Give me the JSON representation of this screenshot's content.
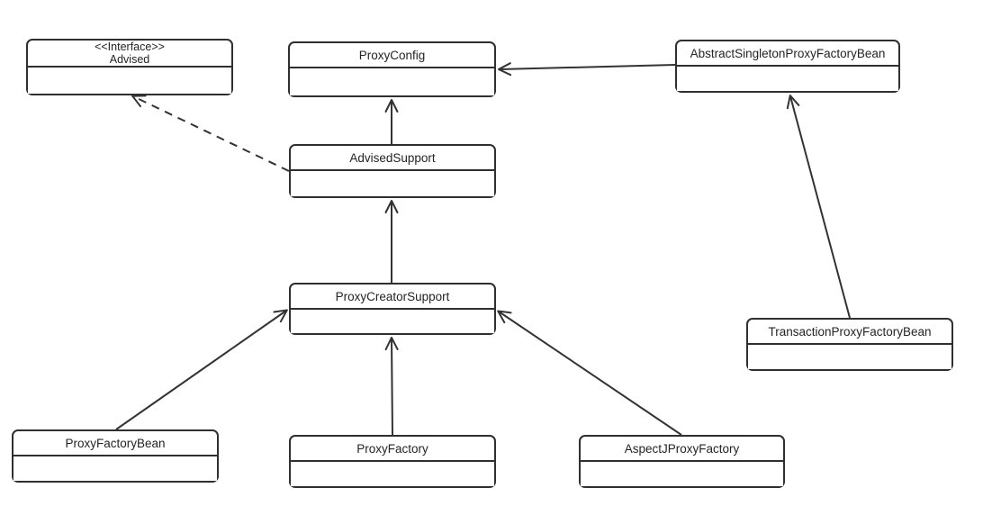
{
  "diagram": {
    "type": "uml-class-diagram",
    "colors": {
      "line": "#333333",
      "box_border": "#2f2f2f",
      "box_fill": "#ffffff",
      "background": "#ffffff",
      "text": "#242424"
    },
    "arrowhead_style": "open-v",
    "nodes": {
      "advised": {
        "stereotype": "<<Interface>>",
        "label": "Advised"
      },
      "proxy_config": {
        "label": "ProxyConfig"
      },
      "abstract_singleton_proxy_factory_bean": {
        "label": "AbstractSingletonProxyFactoryBean"
      },
      "advised_support": {
        "label": "AdvisedSupport"
      },
      "proxy_creator_support": {
        "label": "ProxyCreatorSupport"
      },
      "transaction_proxy_factory_bean": {
        "label": "TransactionProxyFactoryBean"
      },
      "proxy_factory_bean": {
        "label": "ProxyFactoryBean"
      },
      "proxy_factory": {
        "label": "ProxyFactory"
      },
      "aspectj_proxy_factory": {
        "label": "AspectJProxyFactory"
      }
    },
    "edges": [
      {
        "from": "AdvisedSupport",
        "to": "ProxyConfig",
        "style": "solid",
        "points": [
          [
            435,
            160
          ],
          [
            435,
            112
          ]
        ]
      },
      {
        "from": "AdvisedSupport",
        "to": "Advised",
        "style": "dashed",
        "points": [
          [
            321,
            190
          ],
          [
            148,
            107
          ]
        ]
      },
      {
        "from": "AbstractSingletonProxyFactoryBean",
        "to": "ProxyConfig",
        "style": "solid",
        "points": [
          [
            750,
            72
          ],
          [
            555,
            77
          ]
        ]
      },
      {
        "from": "TransactionProxyFactoryBean",
        "to": "AbstractSingletonProxyFactoryBean",
        "style": "solid",
        "points": [
          [
            944,
            353
          ],
          [
            878,
            107
          ]
        ]
      },
      {
        "from": "ProxyCreatorSupport",
        "to": "AdvisedSupport",
        "style": "solid",
        "points": [
          [
            435,
            314
          ],
          [
            435,
            224
          ]
        ]
      },
      {
        "from": "ProxyFactoryBean",
        "to": "ProxyCreatorSupport",
        "style": "solid",
        "points": [
          [
            129,
            477
          ],
          [
            318,
            345
          ]
        ]
      },
      {
        "from": "ProxyFactory",
        "to": "ProxyCreatorSupport",
        "style": "solid",
        "points": [
          [
            436,
            483
          ],
          [
            435,
            376
          ]
        ]
      },
      {
        "from": "AspectJProxyFactory",
        "to": "ProxyCreatorSupport",
        "style": "solid",
        "points": [
          [
            757,
            483
          ],
          [
            554,
            346
          ]
        ]
      }
    ]
  }
}
